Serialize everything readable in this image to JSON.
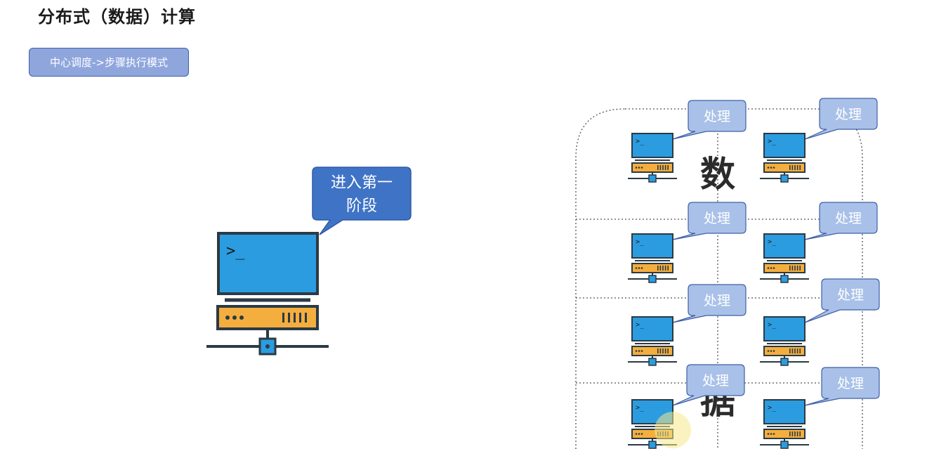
{
  "page": {
    "title": "分布式（数据）计算",
    "mode_button_label": "中心调度->步骤执行模式"
  },
  "central_node": {
    "bubble_line1": "进入第一",
    "bubble_line2": "阶段",
    "prompt": ">_"
  },
  "data_area": {
    "label_top": "数",
    "label_bottom": "据",
    "worker_bubble": "处理",
    "worker_prompt": ">_",
    "worker_count": 8
  },
  "colors": {
    "screen": "#2c9ce0",
    "outline": "#2b3a44",
    "server": "#f4ae3e",
    "connector": "#2c9ce0",
    "bubble_big": "#3f73c6",
    "bubble_small": "#a9c1e8",
    "bubble_small_border": "#3f5fa8"
  }
}
